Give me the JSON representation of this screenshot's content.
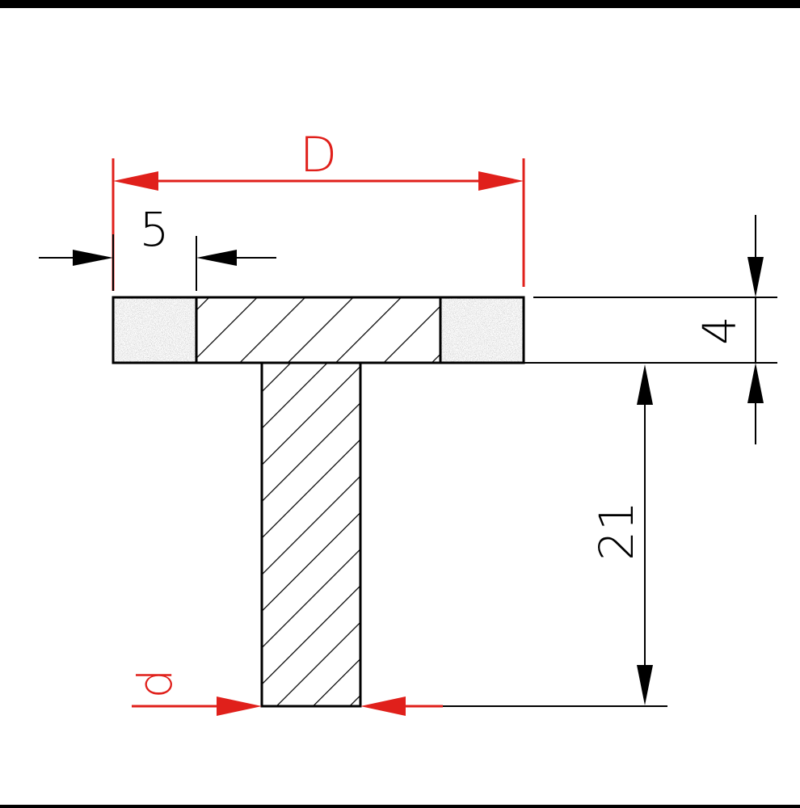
{
  "colors": {
    "frame": "#000000",
    "paper": "#ffffff",
    "line": "#000000",
    "accent": "#e0201b",
    "grit": "#888888"
  },
  "labels": {
    "d_outer": "D",
    "flange_offset": "5",
    "flange_thickness": "4",
    "stem_height": "21",
    "stem_diameter": "d"
  }
}
